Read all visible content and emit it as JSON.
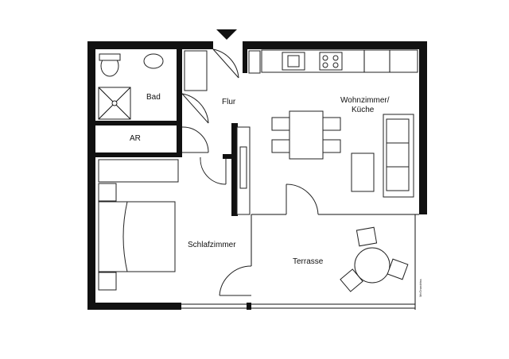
{
  "rooms": {
    "bad": "Bad",
    "flur": "Flur",
    "ar": "AR",
    "wohnzimmer_line1": "Wohnzimmer/",
    "wohnzimmer_line2": "Küche",
    "schlafzimmer": "Schlafzimmer",
    "terrasse": "Terrasse"
  },
  "credit": "McGrundriss",
  "colors": {
    "wall": "#111111",
    "background": "#ffffff"
  },
  "icons": [
    "entrance-arrow-icon"
  ]
}
